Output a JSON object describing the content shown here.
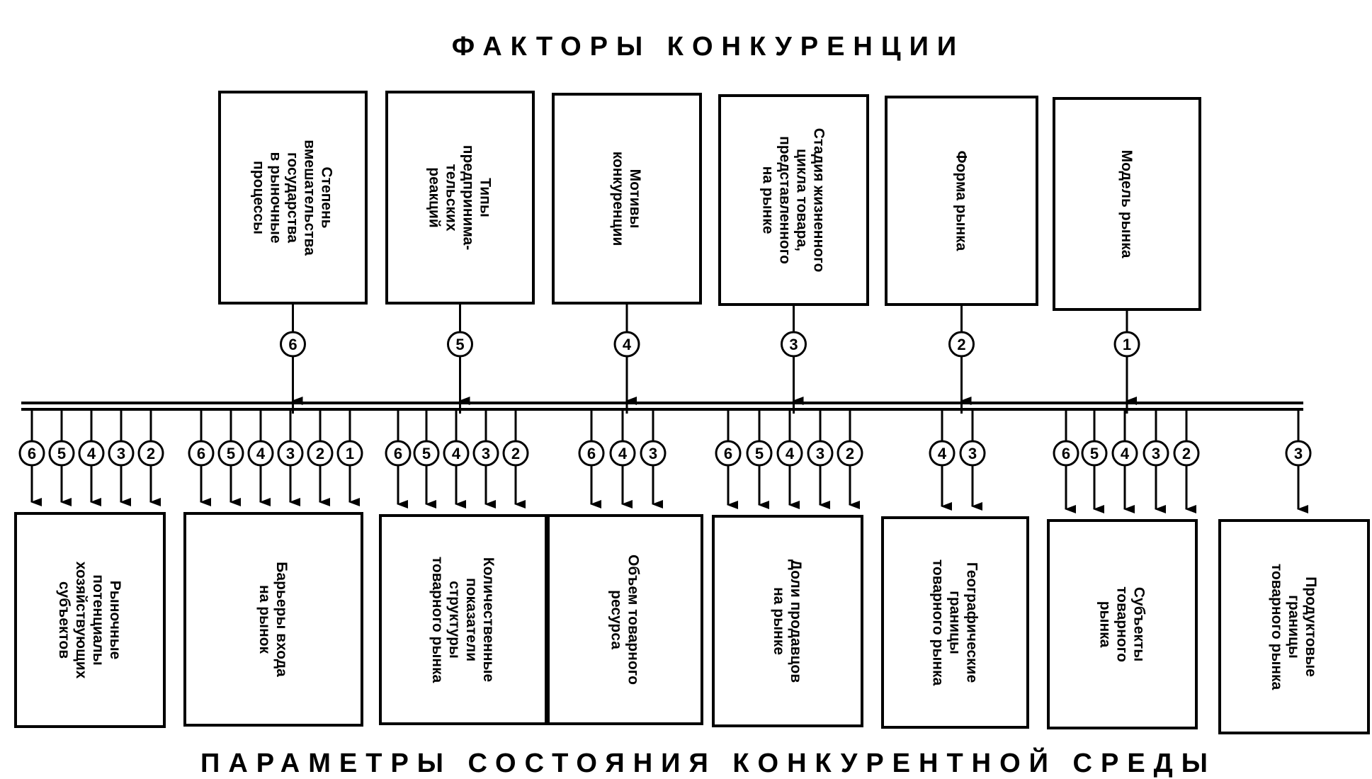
{
  "title_top": "ФАКТОРЫ КОНКУРЕНЦИИ",
  "title_bottom": "ПАРАМЕТРЫ СОСТОЯНИЯ КОНКУРЕНТНОЙ СРЕДЫ",
  "colors": {
    "ink": "#000000",
    "paper": "#ffffff"
  },
  "factors": [
    {
      "id": 6,
      "number": "6",
      "lines": [
        "Степень",
        "вмешательства",
        "государства",
        "в рыночные",
        "процессы"
      ]
    },
    {
      "id": 5,
      "number": "5",
      "lines": [
        "Типы",
        "предпринима-",
        "тельских",
        "реакций"
      ]
    },
    {
      "id": 4,
      "number": "4",
      "lines": [
        "Мотивы",
        "конкуренции"
      ]
    },
    {
      "id": 3,
      "number": "3",
      "lines": [
        "Стадия жизненного",
        "цикла товара,",
        "представленного",
        "на рынке"
      ]
    },
    {
      "id": 2,
      "number": "2",
      "lines": [
        "Форма рынка"
      ]
    },
    {
      "id": 1,
      "number": "1",
      "lines": [
        "Модель рынка"
      ]
    }
  ],
  "parameters": [
    {
      "lines": [
        "Рыночные",
        "потенциалы",
        "хозяйствующих",
        "субъектов"
      ],
      "links": [
        "6",
        "5",
        "4",
        "3",
        "2"
      ]
    },
    {
      "lines": [
        "Барьеры входа",
        "на рынок"
      ],
      "links": [
        "6",
        "5",
        "4",
        "3",
        "2",
        "1"
      ]
    },
    {
      "lines": [
        "Количественные",
        "показатели",
        "структуры",
        "товарного рынка"
      ],
      "links": [
        "6",
        "5",
        "4",
        "3",
        "2"
      ]
    },
    {
      "lines": [
        "Объем товарного",
        "ресурса"
      ],
      "links": [
        "6",
        "4",
        "3"
      ]
    },
    {
      "lines": [
        "Доли продавцов",
        "на рынке"
      ],
      "links": [
        "6",
        "5",
        "4",
        "3",
        "2"
      ]
    },
    {
      "lines": [
        "Географические",
        "границы",
        "товарного рынка"
      ],
      "links": [
        "4",
        "3"
      ]
    },
    {
      "lines": [
        "Субъекты",
        "товарного",
        "рынка"
      ],
      "links": [
        "6",
        "5",
        "4",
        "3",
        "2"
      ]
    },
    {
      "lines": [
        "Продуктовые",
        "границы",
        "товарного рынка"
      ],
      "links": [
        "3"
      ]
    }
  ]
}
